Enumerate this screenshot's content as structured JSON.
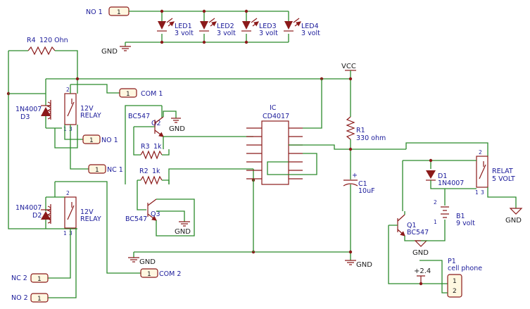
{
  "connectors": {
    "no1_top": {
      "label": "NO 1",
      "pin": "1"
    },
    "com1": {
      "label": "COM 1",
      "pin": "1"
    },
    "no1": {
      "label": "NO 1",
      "pin": "1"
    },
    "nc1": {
      "label": "NC 1",
      "pin": "1"
    },
    "com2": {
      "label": "COM 2",
      "pin": "1"
    },
    "nc2": {
      "label": "NC 2",
      "pin": "1"
    },
    "no2": {
      "label": "NO 2",
      "pin": "1"
    }
  },
  "leds": [
    {
      "ref": "LED1",
      "value": "3 volt"
    },
    {
      "ref": "LED2",
      "value": "3 volt"
    },
    {
      "ref": "LED3",
      "value": "3 volt"
    },
    {
      "ref": "LED4",
      "value": "3 volt"
    }
  ],
  "resistors": {
    "r4": {
      "ref": "R4",
      "value": "120 Ohn"
    },
    "r3": {
      "ref": "R3",
      "value": "1k"
    },
    "r2": {
      "ref": "R2",
      "value": "1k"
    },
    "r1": {
      "ref": "R1",
      "value": "330 ohm"
    }
  },
  "diodes": {
    "d3": {
      "ref": "D3",
      "value": "1N4007"
    },
    "d2": {
      "ref": "D2",
      "value": "1N4007"
    },
    "d1": {
      "ref": "D1",
      "value": "1N4007"
    }
  },
  "relays": {
    "relay1": {
      "line1": "12V",
      "line2": "RELAY"
    },
    "relay2": {
      "line1": "12V",
      "line2": "RELAY"
    },
    "relay3": {
      "line1": "RELAT",
      "line2": "5 VOLT"
    }
  },
  "transistors": {
    "q2": {
      "ref": "Q2",
      "value": "BC547"
    },
    "q3": {
      "ref": "Q3",
      "value": "BC547"
    },
    "q1": {
      "ref": "Q1",
      "value": "BC547"
    }
  },
  "ic": {
    "ref": "IC",
    "value": "CD4017"
  },
  "capacitor": {
    "ref": "C1",
    "value": "10uF",
    "polarity": "+"
  },
  "battery": {
    "ref": "B1",
    "value": "9 volt"
  },
  "phone_connector": {
    "ref": "P1",
    "value": "cell phone",
    "pin1": "1",
    "pin2": "2"
  },
  "power": {
    "gnd": "GND",
    "vcc": "VCC",
    "plus": "+2.4"
  },
  "pins": {
    "one": "1",
    "two": "2",
    "three": "3"
  }
}
